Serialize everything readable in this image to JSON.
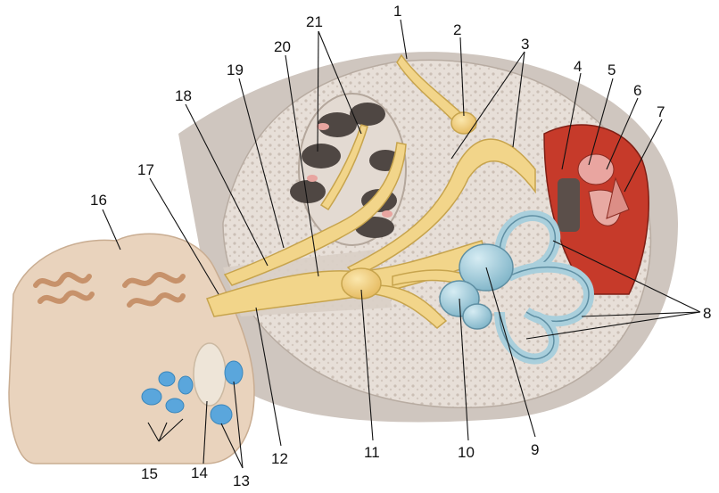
{
  "figure": {
    "labels": [
      {
        "id": "1",
        "text": "1"
      },
      {
        "id": "2",
        "text": "2"
      },
      {
        "id": "3",
        "text": "3"
      },
      {
        "id": "4",
        "text": "4"
      },
      {
        "id": "5",
        "text": "5"
      },
      {
        "id": "6",
        "text": "6"
      },
      {
        "id": "7",
        "text": "7"
      },
      {
        "id": "8",
        "text": "8"
      },
      {
        "id": "9",
        "text": "9"
      },
      {
        "id": "10",
        "text": "10"
      },
      {
        "id": "11",
        "text": "11"
      },
      {
        "id": "12",
        "text": "12"
      },
      {
        "id": "13",
        "text": "13"
      },
      {
        "id": "14",
        "text": "14"
      },
      {
        "id": "15",
        "text": "15"
      },
      {
        "id": "16",
        "text": "16"
      },
      {
        "id": "17",
        "text": "17"
      },
      {
        "id": "18",
        "text": "18"
      },
      {
        "id": "19",
        "text": "19"
      },
      {
        "id": "20",
        "text": "20"
      },
      {
        "id": "21",
        "text": "21"
      }
    ],
    "colors": {
      "brainstem": "#e9d3bd",
      "nucleus_pattern": "#c7926b",
      "vestibular_nuclei": "#5aa6dc",
      "bone": "#e7dfd8",
      "bone_dots": "#c8bcb2",
      "nerve": "#f2d58a",
      "nerve_outline": "#c7a44d",
      "labyrinth": "#a9cfdc",
      "labyrinth_outline": "#5f8fa3",
      "middle_ear": "#c63a2a",
      "cochlea_cavity": "#5c5450"
    }
  }
}
